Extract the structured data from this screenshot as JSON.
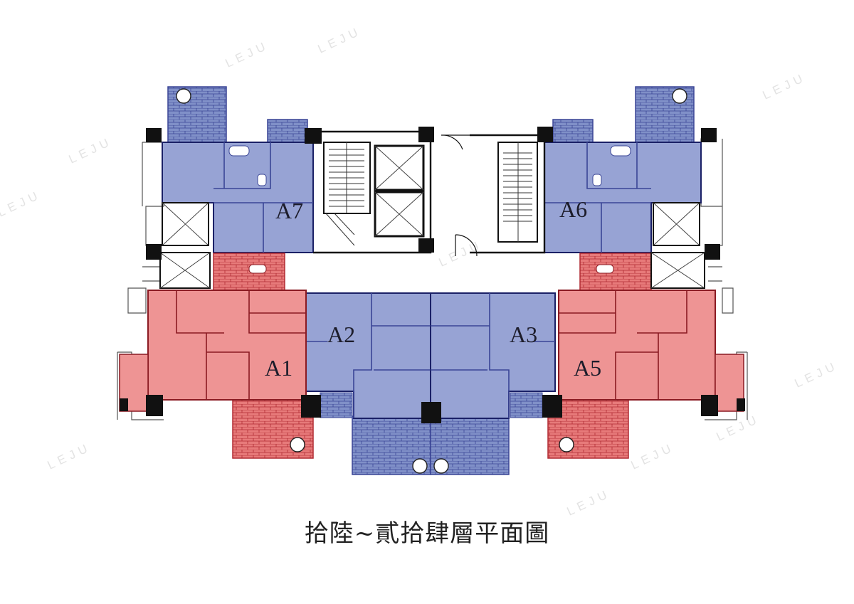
{
  "title": "拾陸~貳拾肆層平面圖",
  "watermark": "LEJU",
  "colors": {
    "blue_fill": "#97a3d4",
    "blue_dark": "#3a4596",
    "blue_balcony": "#8090c8",
    "red_fill": "#ee9494",
    "red_dark": "#b02a32",
    "red_balcony": "#e77a7a",
    "wall": "#111111",
    "core": "#ffffff"
  },
  "units": [
    {
      "id": "A1",
      "label": "A1",
      "color": "red"
    },
    {
      "id": "A2",
      "label": "A2",
      "color": "blue"
    },
    {
      "id": "A3",
      "label": "A3",
      "color": "blue"
    },
    {
      "id": "A5",
      "label": "A5",
      "color": "red"
    },
    {
      "id": "A6",
      "label": "A6",
      "color": "blue"
    },
    {
      "id": "A7",
      "label": "A7",
      "color": "blue"
    }
  ]
}
